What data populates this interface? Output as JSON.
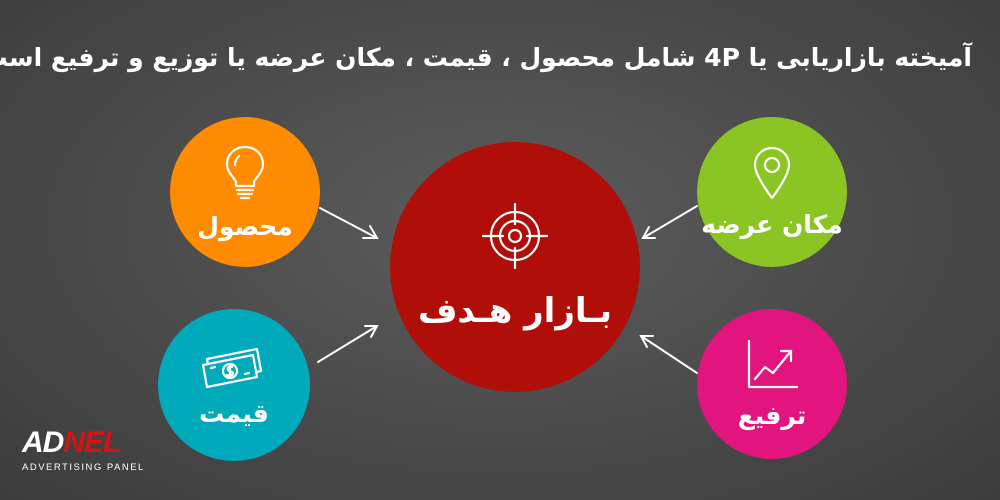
{
  "headline": "آمیخته بازاریابی یا 4P شامل محصول ، قیمت ، مکان عرضه یا توزیع و ترفیع است.",
  "center": {
    "label": "بـازار هـدف",
    "icon": "target-crosshair-icon",
    "color": "#b00e08"
  },
  "nodes": {
    "product": {
      "label": "محصول",
      "icon": "lightbulb-icon",
      "color": "#ff8c00"
    },
    "price": {
      "label": "قیمت",
      "icon": "dollar-bill-icon",
      "color": "#00aabb"
    },
    "place": {
      "label": "مکان عرضه",
      "icon": "location-pin-icon",
      "color": "#8bc524"
    },
    "promotion": {
      "label": "ترفیع",
      "icon": "growth-chart-icon",
      "color": "#e2157f"
    }
  },
  "logo": {
    "part1": "AD",
    "part2": "NEL",
    "tagline": "ADVERTISING PANEL",
    "accent": "#d41414"
  }
}
